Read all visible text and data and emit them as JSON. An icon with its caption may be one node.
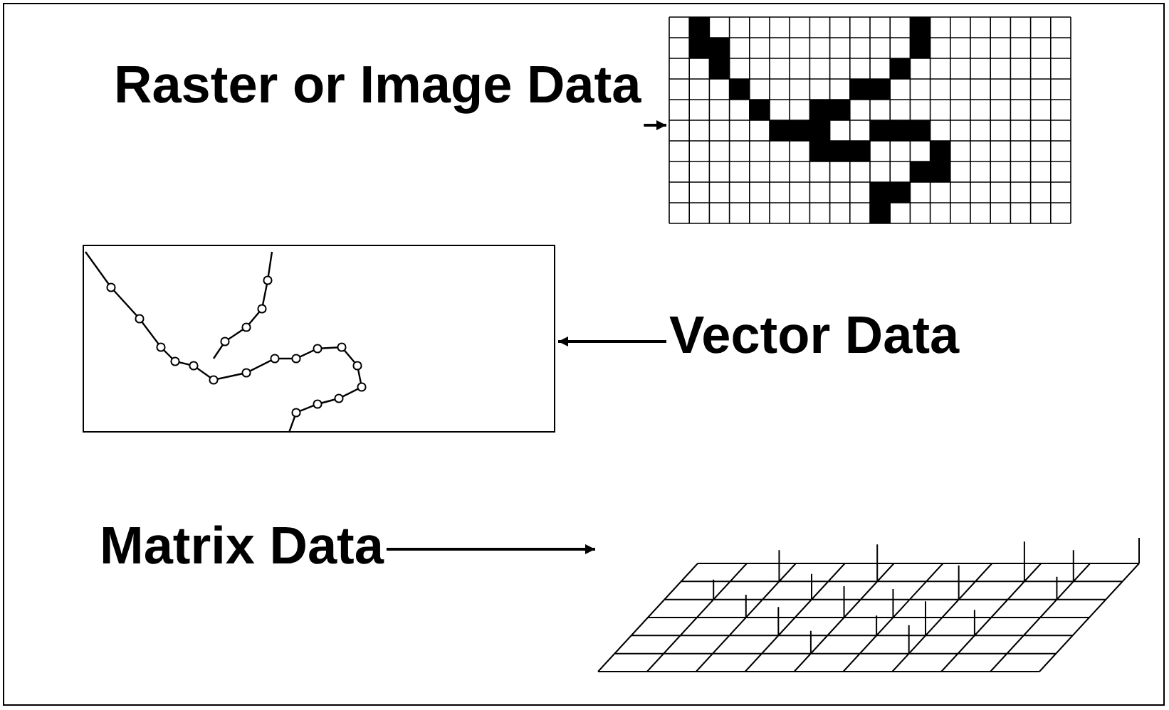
{
  "diagram": {
    "nodes": [
      {
        "text": [
          "Raster or Image Data"
        ]
      },
      {
        "text": [],
        "shape": "picture"
      },
      {
        "text": [],
        "shape": "picture"
      },
      {
        "text": [
          "Vector Data"
        ]
      },
      {
        "text": [
          "Matrix Data"
        ]
      },
      {
        "text": [],
        "shape": "picture"
      }
    ],
    "edges": [
      {
        "from": 0,
        "to": 1,
        "arrow": "to"
      },
      {
        "from": 3,
        "to": 2,
        "arrow": "to"
      },
      {
        "from": 4,
        "to": 5,
        "arrow": "to"
      }
    ]
  }
}
